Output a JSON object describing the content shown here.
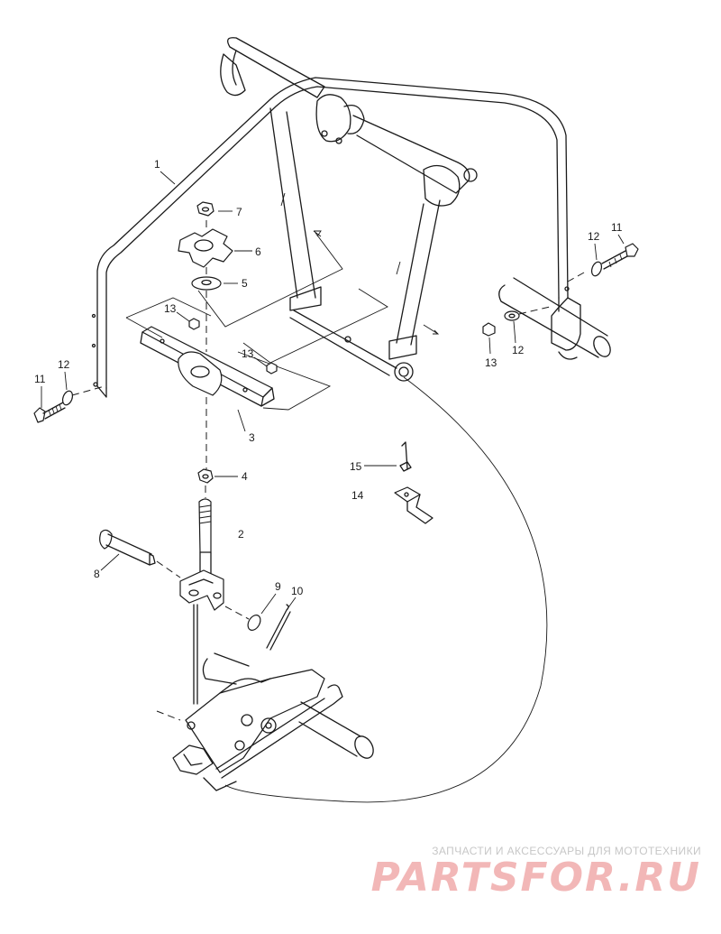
{
  "callouts": {
    "c1": "1",
    "c2": "2",
    "c3": "3",
    "c4": "4",
    "c5": "5",
    "c6": "6",
    "c7": "7",
    "c8": "8",
    "c9": "9",
    "c10": "10",
    "c11a": "11",
    "c11b": "11",
    "c12a": "12",
    "c12b": "12",
    "c12c": "12",
    "c13a": "13",
    "c13b": "13",
    "c13c": "13",
    "c14": "14",
    "c15": "15"
  },
  "watermark": {
    "tagline": "ЗАПЧАСТИ И АКСЕССУАРЫ ДЛЯ МОТОТЕХНИКИ",
    "brand": "PARTSFOR.RU"
  },
  "colors": {
    "line": "#1a1a1a",
    "watermark_text": "#c7c7c7",
    "watermark_brand": "#f2b7b7"
  }
}
